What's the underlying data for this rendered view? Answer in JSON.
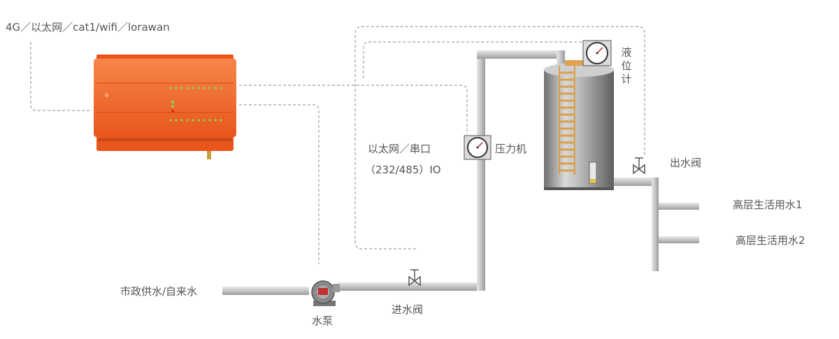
{
  "labels": {
    "network": "4G／以太网／cat1/wifi／lorawan",
    "serial_line1": "以太网／串口",
    "serial_line2": "（232/485）IO",
    "pressure": "压力机",
    "outlet_valve": "出水阀",
    "supply_1": "高层生活用水1",
    "supply_2": "高层生活用水2",
    "municipal": "市政供水/自来水",
    "pump": "水泵",
    "inlet_valve": "进水阀",
    "level_gauge_chars": [
      "液",
      "位",
      "计"
    ]
  },
  "colors": {
    "controller": "#f26a2a",
    "controller_dark": "#d9501a",
    "led": "#8fd44a",
    "led_red": "#e02020",
    "pipe": "#c8c8c8",
    "pipe_edge": "#9a9a9a",
    "tank": "#9c9c9c",
    "ladder": "#d9a04a",
    "dash": "#888888"
  },
  "icons": {
    "controller": "iot-controller-icon",
    "pressure_gauge": "pressure-gauge-icon",
    "level_gauge": "level-gauge-icon",
    "valve": "valve-icon",
    "pump": "water-pump-icon",
    "tank": "water-tank-icon"
  }
}
